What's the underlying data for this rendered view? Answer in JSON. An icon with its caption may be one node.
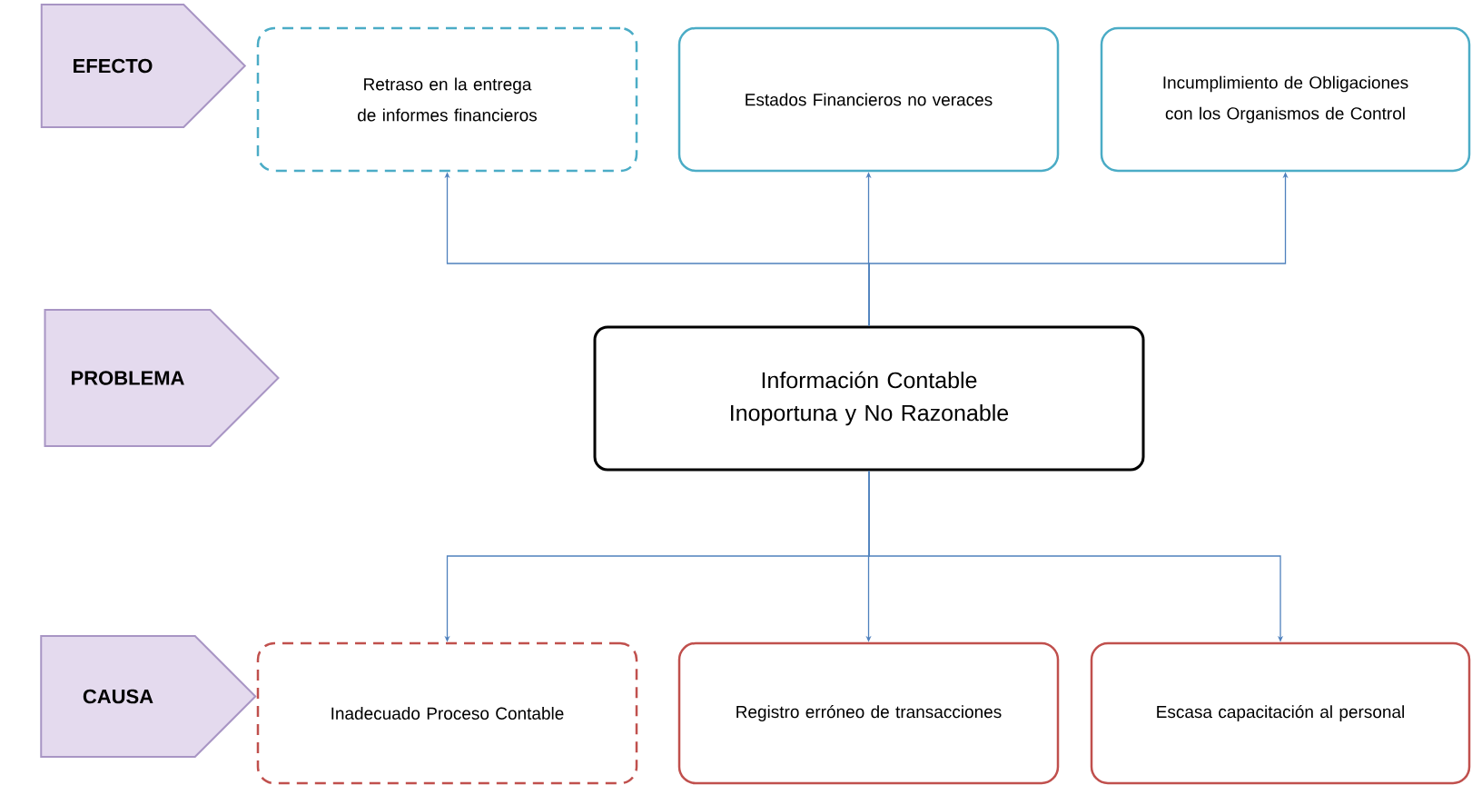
{
  "diagram": {
    "nodes": [
      {
        "text": [
          "EFECTO"
        ]
      },
      {
        "text": [
          "Retraso  en la entrega de informes financieros"
        ]
      },
      {
        "text": [
          "Estados Financieros no veraces"
        ]
      },
      {
        "text": [
          "Incumplimiento de Obligaciones con los Organismos de Control"
        ]
      },
      {
        "text": [
          "PROBLEMA"
        ]
      },
      {
        "text": [
          "Información Contable Inoportuna y No Razonable"
        ]
      },
      {
        "text": [
          "CAUSA"
        ]
      },
      {
        "text": [
          "Inadecuado Proceso Contable"
        ]
      },
      {
        "text": [
          "Registro erróneo de transacciones"
        ]
      },
      {
        "text": [
          "Escasa capacitación al personal"
        ]
      }
    ],
    "edges": [
      {
        "from": 5,
        "to": 1,
        "arrow": "to"
      },
      {
        "from": 5,
        "to": 2,
        "arrow": "to"
      },
      {
        "from": 5,
        "to": 3,
        "arrow": "to"
      },
      {
        "from": 5,
        "to": 7,
        "arrow": "to"
      },
      {
        "from": 5,
        "to": 8,
        "arrow": "to"
      },
      {
        "from": 5,
        "to": 9,
        "arrow": "to"
      }
    ]
  }
}
